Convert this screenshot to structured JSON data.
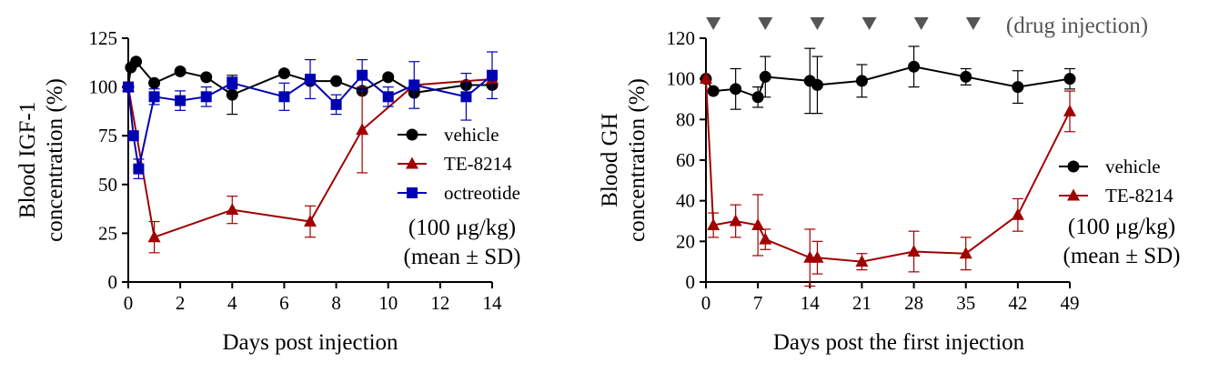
{
  "chart_data": [
    {
      "type": "line",
      "title": "",
      "xlabel": "Days post injection",
      "ylabel_lines": [
        "Blood IGF-1",
        "concentration (%)"
      ],
      "xlim": [
        0,
        14
      ],
      "ylim": [
        0,
        125
      ],
      "xticks": [
        0,
        2,
        4,
        6,
        8,
        10,
        12,
        14
      ],
      "yticks": [
        0,
        25,
        50,
        75,
        100,
        125
      ],
      "legend_position": "right",
      "annotation_lines": [
        "(100 μg/kg)",
        "(mean ± SD)"
      ],
      "series": [
        {
          "name": "vehicle",
          "color": "#000000",
          "marker": "circle",
          "x": [
            0,
            0.1,
            0.3,
            1,
            2,
            3,
            4,
            6,
            7,
            8,
            9,
            10,
            11,
            13,
            14
          ],
          "y": [
            100,
            110,
            113,
            102,
            108,
            105,
            96,
            107,
            103,
            103,
            98,
            105,
            97,
            101,
            101
          ],
          "err": [
            0,
            0,
            0,
            0,
            0,
            0,
            10,
            0,
            0,
            0,
            0,
            0,
            0,
            0,
            0
          ]
        },
        {
          "name": "TE-8214",
          "color": "#a00000",
          "marker": "triangle",
          "x": [
            0,
            1,
            4,
            7,
            9,
            11,
            14
          ],
          "y": [
            100,
            23,
            37,
            31,
            78,
            101,
            104
          ],
          "err": [
            0,
            8,
            7,
            8,
            22,
            0,
            0
          ]
        },
        {
          "name": "octreotide",
          "color": "#0000b4",
          "marker": "square",
          "x": [
            0,
            0.2,
            0.4,
            1,
            2,
            3,
            4,
            6,
            7,
            8,
            9,
            10,
            11,
            13,
            14
          ],
          "y": [
            100,
            75,
            58,
            95,
            93,
            95,
            102,
            95,
            104,
            91,
            106,
            95,
            101,
            95,
            106
          ],
          "err": [
            0,
            0,
            5,
            4,
            5,
            5,
            3,
            7,
            10,
            5,
            8,
            5,
            12,
            12,
            12
          ]
        }
      ]
    },
    {
      "type": "line",
      "title": "",
      "xlabel": "Days post the first injection",
      "ylabel_lines": [
        "Blood GH",
        "concentration (%)"
      ],
      "xlim": [
        0,
        49
      ],
      "ylim": [
        0,
        120
      ],
      "xticks": [
        0,
        7,
        14,
        21,
        28,
        35,
        42,
        49
      ],
      "yticks": [
        0,
        20,
        40,
        60,
        80,
        100,
        120
      ],
      "legend_position": "right",
      "annotation_lines": [
        "(100 μg/kg)",
        "(mean ± SD)"
      ],
      "injection_days": [
        1,
        8,
        15,
        22,
        29,
        36
      ],
      "injection_label": "(drug injection)",
      "series": [
        {
          "name": "vehicle",
          "color": "#000000",
          "marker": "circle",
          "x": [
            0,
            1,
            4,
            7,
            8,
            14,
            15,
            21,
            28,
            35,
            42,
            49
          ],
          "y": [
            100,
            94,
            95,
            91,
            101,
            99,
            97,
            99,
            106,
            101,
            96,
            100
          ],
          "err": [
            0,
            0,
            10,
            5,
            10,
            16,
            14,
            8,
            10,
            4,
            8,
            5
          ]
        },
        {
          "name": "TE-8214",
          "color": "#a00000",
          "marker": "triangle",
          "x": [
            0,
            1,
            4,
            7,
            8,
            14,
            15,
            21,
            28,
            35,
            42,
            49
          ],
          "y": [
            100,
            28,
            30,
            28,
            21,
            12,
            12,
            10,
            15,
            14,
            33,
            84
          ],
          "err": [
            0,
            6,
            8,
            15,
            5,
            14,
            8,
            4,
            10,
            8,
            8,
            10
          ]
        }
      ]
    }
  ]
}
